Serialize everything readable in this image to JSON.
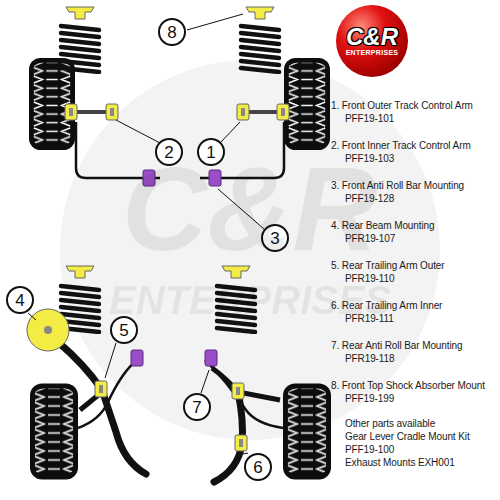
{
  "diagram": {
    "nodes": [
      {
        "text": [
          "8"
        ]
      },
      {
        "text": [
          "C&R",
          "ENTERPRISES"
        ]
      },
      {
        "text": [
          "2"
        ]
      },
      {
        "text": [
          "1"
        ]
      },
      {
        "text": [
          "3"
        ]
      },
      {
        "text": [
          "4"
        ]
      },
      {
        "text": [
          "5"
        ]
      },
      {
        "text": [
          "7"
        ]
      },
      {
        "text": [
          "6"
        ]
      }
    ],
    "labels": [
      "1. Front Outer Track Control Arm",
      "PFF19-101",
      "2. Front Inner Track Control Arm",
      "PFF19-103",
      "3. Front Anti Roll Bar Mounting",
      "PFF19-128",
      "4. Rear Beam Mounting",
      "PFR19-107",
      "5. Rear Trailing Arm Outer",
      "PFR19-110",
      "6. Rear Trailing Arm Inner",
      "PFR19-111",
      "7. Rear Anti Roll Bar Mounting",
      "PFR19-118",
      "8. Front Top Shock Absorber Mount",
      "PFF19-199",
      "Other parts available",
      "Gear Lever Cradle Mount Kit",
      "PFF19-100",
      "Exhaust Mounts EXH001",
      "C&R",
      "ENTERPRISES"
    ]
  }
}
